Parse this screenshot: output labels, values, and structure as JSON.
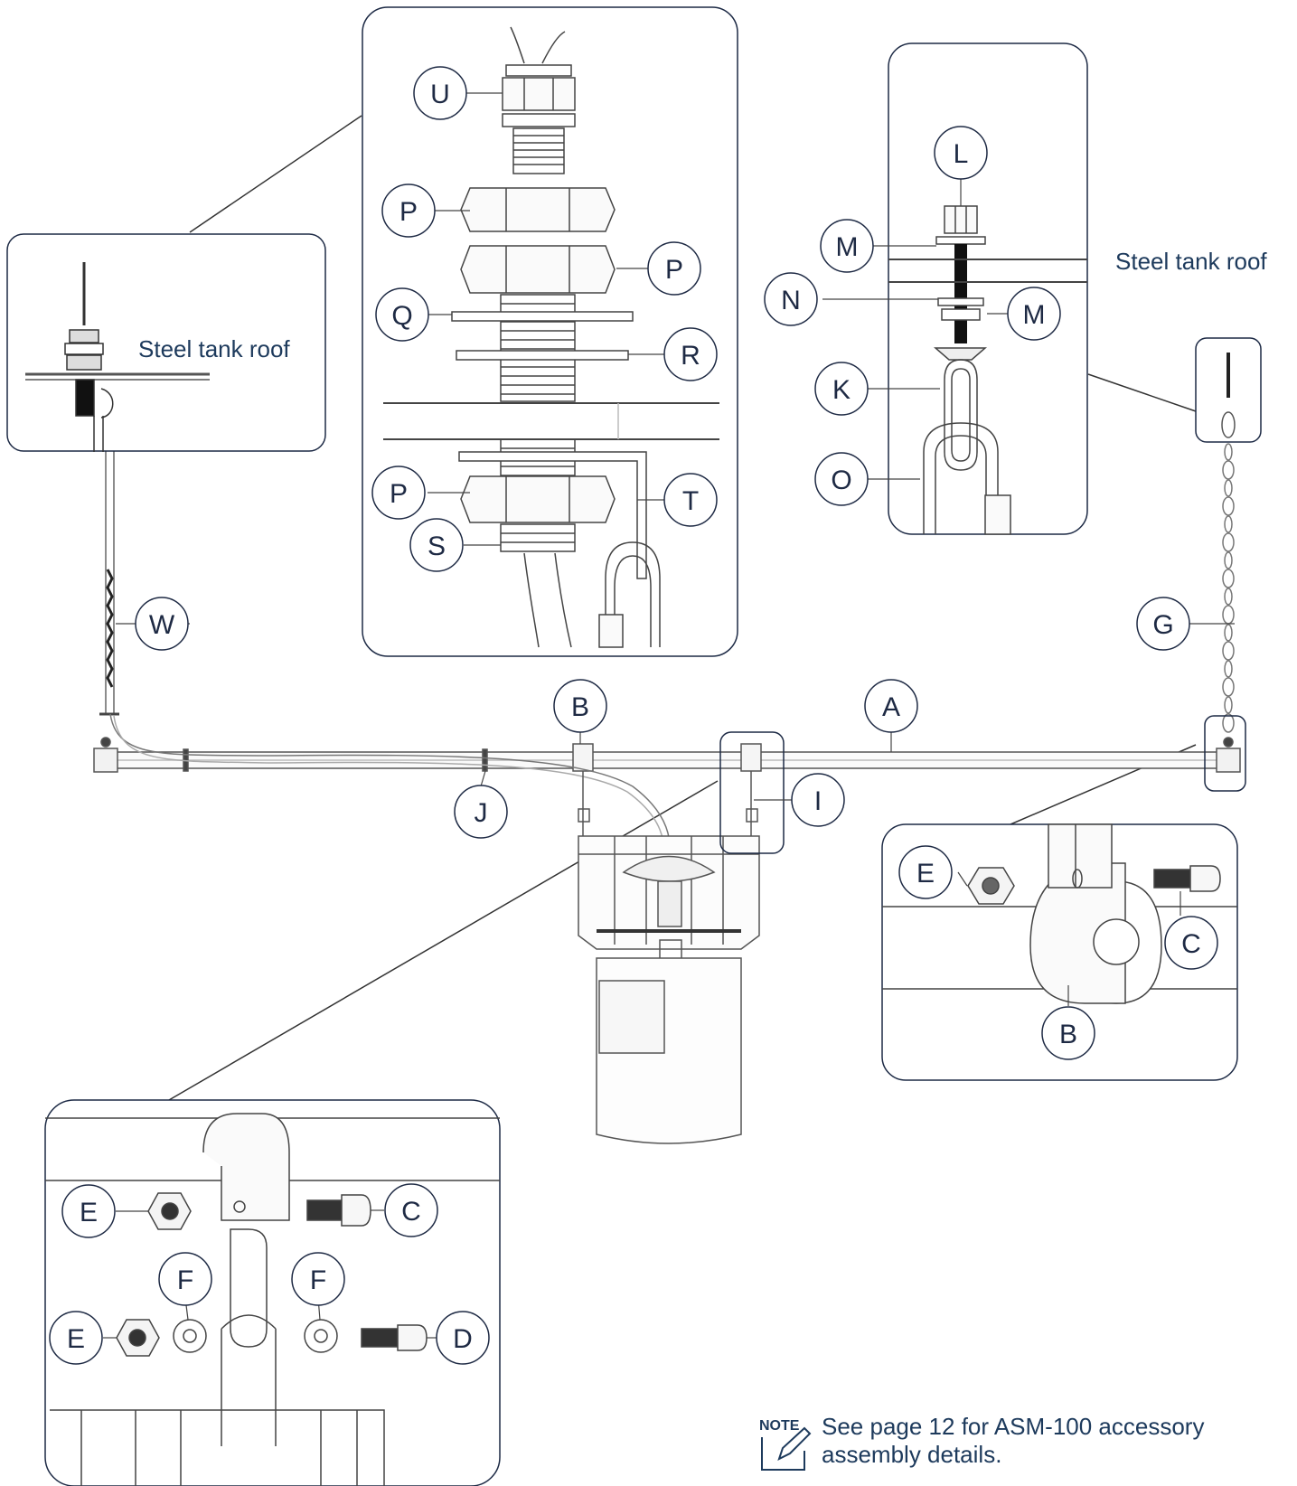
{
  "labels": {
    "A": "A",
    "B": "B",
    "C": "C",
    "D": "D",
    "E": "E",
    "F": "F",
    "G": "G",
    "I": "I",
    "J": "J",
    "K": "K",
    "L": "L",
    "M": "M",
    "N": "N",
    "O": "O",
    "P": "P",
    "Q": "Q",
    "R": "R",
    "S": "S",
    "T": "T",
    "U": "U",
    "W": "W"
  },
  "captions": {
    "roof_left": "Steel tank roof",
    "roof_right": "Steel tank roof"
  },
  "note": {
    "tag": "NOTE",
    "line1": "See page 12 for ASM-100 accessory",
    "line2": "assembly details."
  },
  "colors": {
    "panel_border": "#1d2a45",
    "line": "#444444",
    "text": "#1e2a44",
    "accent_text": "#1d3a5c"
  }
}
